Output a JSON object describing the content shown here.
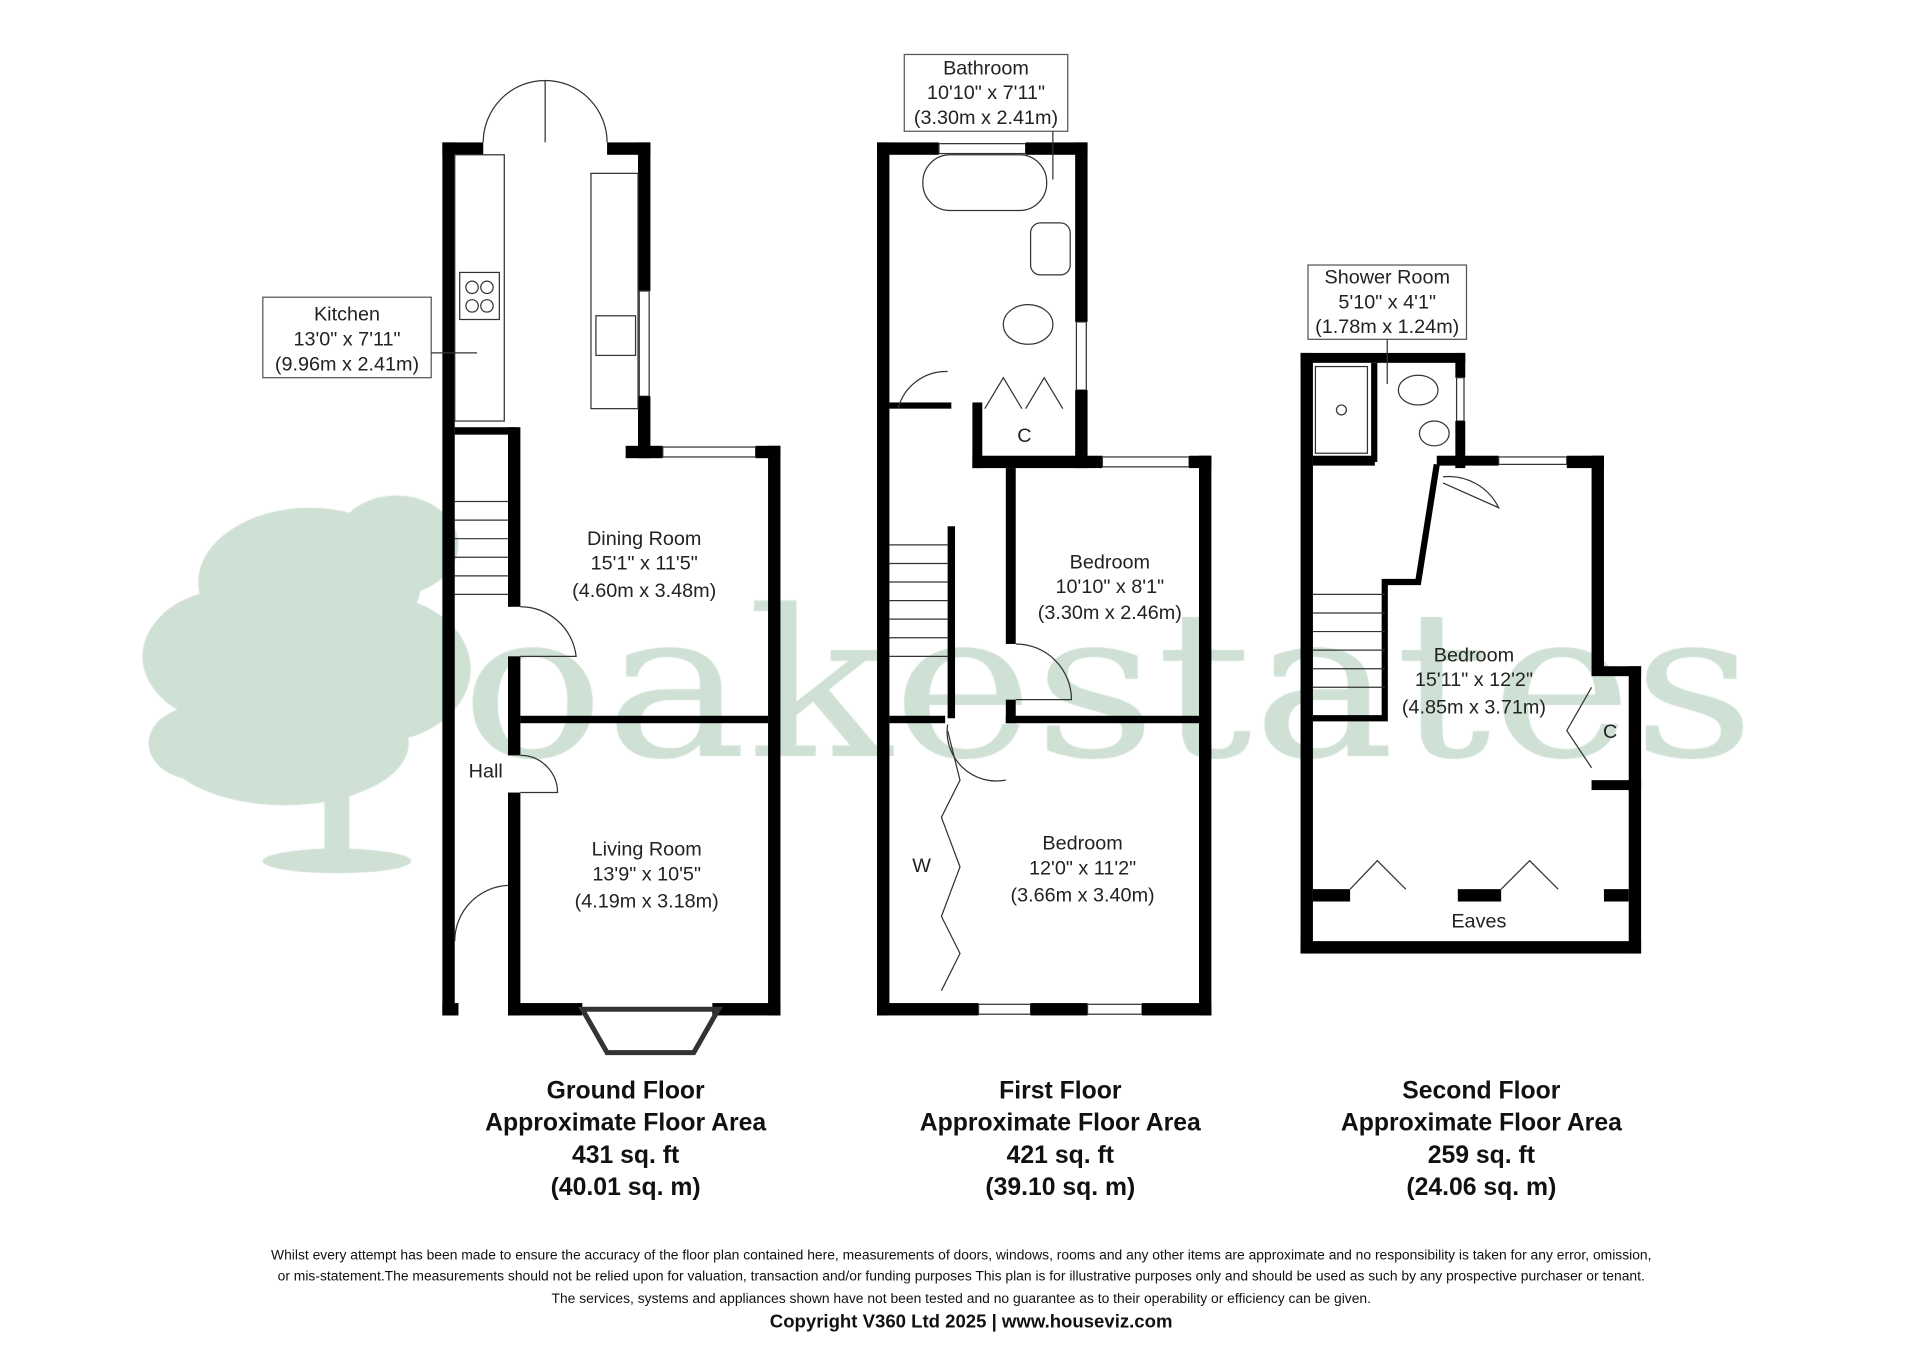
{
  "watermark": {
    "text": "oakestates",
    "color": "#cfe0d4"
  },
  "ground_floor": {
    "rooms": [
      {
        "name": "Kitchen",
        "imperial": "13'0\" x 7'11\"",
        "metric": "(9.96m x 2.41m)"
      },
      {
        "name": "Dining Room",
        "imperial": "15'1\" x 11'5\"",
        "metric": "(4.60m x 3.48m)"
      },
      {
        "name": "Hall"
      },
      {
        "name": "Living Room",
        "imperial": "13'9\" x 10'5\"",
        "metric": "(4.19m x 3.18m)"
      }
    ],
    "title": "Ground Floor",
    "subtitle": "Approximate Floor Area",
    "area_sqft": "431 sq. ft",
    "area_sqm": "(40.01 sq. m)"
  },
  "first_floor": {
    "rooms": [
      {
        "name": "Bathroom",
        "imperial": "10'10\" x 7'11\"",
        "metric": "(3.30m x 2.41m)"
      },
      {
        "name": "C"
      },
      {
        "name": "Bedroom",
        "imperial": "10'10\" x 8'1\"",
        "metric": "(3.30m x 2.46m)"
      },
      {
        "name": "W"
      },
      {
        "name": "Bedroom",
        "imperial": "12'0\" x 11'2\"",
        "metric": "(3.66m x 3.40m)"
      }
    ],
    "title": "First Floor",
    "subtitle": "Approximate Floor Area",
    "area_sqft": "421 sq. ft",
    "area_sqm": "(39.10 sq. m)"
  },
  "second_floor": {
    "rooms": [
      {
        "name": "Shower Room",
        "imperial": "5'10\" x 4'1\"",
        "metric": "(1.78m x 1.24m)"
      },
      {
        "name": "Bedroom",
        "imperial": "15'11\" x 12'2\"",
        "metric": "(4.85m x 3.71m)"
      },
      {
        "name": "C"
      },
      {
        "name": "Eaves"
      }
    ],
    "title": "Second Floor",
    "subtitle": "Approximate Floor Area",
    "area_sqft": "259 sq. ft",
    "area_sqm": "(24.06 sq. m)"
  },
  "disclaimer": [
    "Whilst every attempt has been made to ensure the accuracy of the floor plan contained here, measurements of doors, windows, rooms and any other items are approximate and no responsibility is taken for any error, omission,",
    "or mis-statement.The measurements should not be relied upon for valuation, transaction and/or funding purposes This plan is for illustrative purposes only and should be used as such by any prospective purchaser or tenant.",
    "The services, systems and appliances shown have not been tested and no guarantee as to their operability or efficiency can be given."
  ],
  "copyright": "Copyright V360 Ltd 2025 | www.houseviz.com"
}
